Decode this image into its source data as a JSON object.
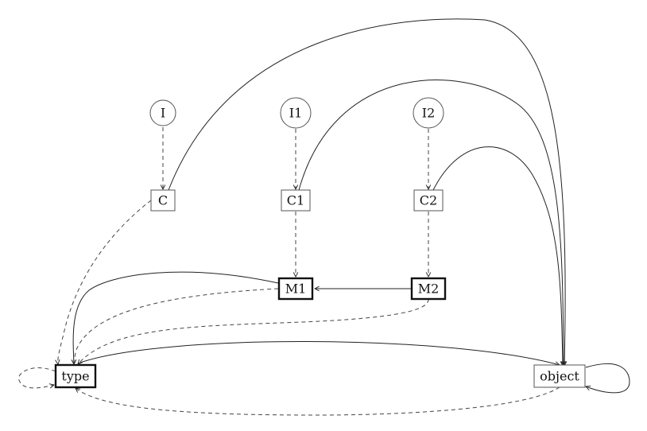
{
  "nodes": [
    {
      "id": "I",
      "label": "I",
      "shape": "circle"
    },
    {
      "id": "I1",
      "label": "I1",
      "shape": "circle"
    },
    {
      "id": "I2",
      "label": "I2",
      "shape": "circle"
    },
    {
      "id": "C",
      "label": "C",
      "shape": "box"
    },
    {
      "id": "C1",
      "label": "C1",
      "shape": "box"
    },
    {
      "id": "C2",
      "label": "C2",
      "shape": "box"
    },
    {
      "id": "M1",
      "label": "M1",
      "shape": "box",
      "bold": true
    },
    {
      "id": "M2",
      "label": "M2",
      "shape": "box",
      "bold": true
    },
    {
      "id": "type",
      "label": "type",
      "shape": "box",
      "bold": true
    },
    {
      "id": "object",
      "label": "object",
      "shape": "box"
    }
  ],
  "edges": [
    {
      "from": "I",
      "to": "C",
      "style": "dashed"
    },
    {
      "from": "I1",
      "to": "C1",
      "style": "dashed"
    },
    {
      "from": "I2",
      "to": "C2",
      "style": "dashed"
    },
    {
      "from": "C1",
      "to": "M1",
      "style": "dashed"
    },
    {
      "from": "C2",
      "to": "M2",
      "style": "dashed"
    },
    {
      "from": "M2",
      "to": "M1",
      "style": "solid"
    },
    {
      "from": "C",
      "to": "object",
      "style": "solid"
    },
    {
      "from": "C1",
      "to": "object",
      "style": "solid"
    },
    {
      "from": "C2",
      "to": "object",
      "style": "solid"
    },
    {
      "from": "M1",
      "to": "type",
      "style": "solid"
    },
    {
      "from": "type",
      "to": "object",
      "style": "solid"
    },
    {
      "from": "object",
      "to": "object",
      "style": "solid"
    },
    {
      "from": "C",
      "to": "type",
      "style": "dashed"
    },
    {
      "from": "M1",
      "to": "type",
      "style": "dashed"
    },
    {
      "from": "M2",
      "to": "type",
      "style": "dashed"
    },
    {
      "from": "type",
      "to": "type",
      "style": "dashed"
    },
    {
      "from": "object",
      "to": "type",
      "style": "dashed"
    }
  ]
}
